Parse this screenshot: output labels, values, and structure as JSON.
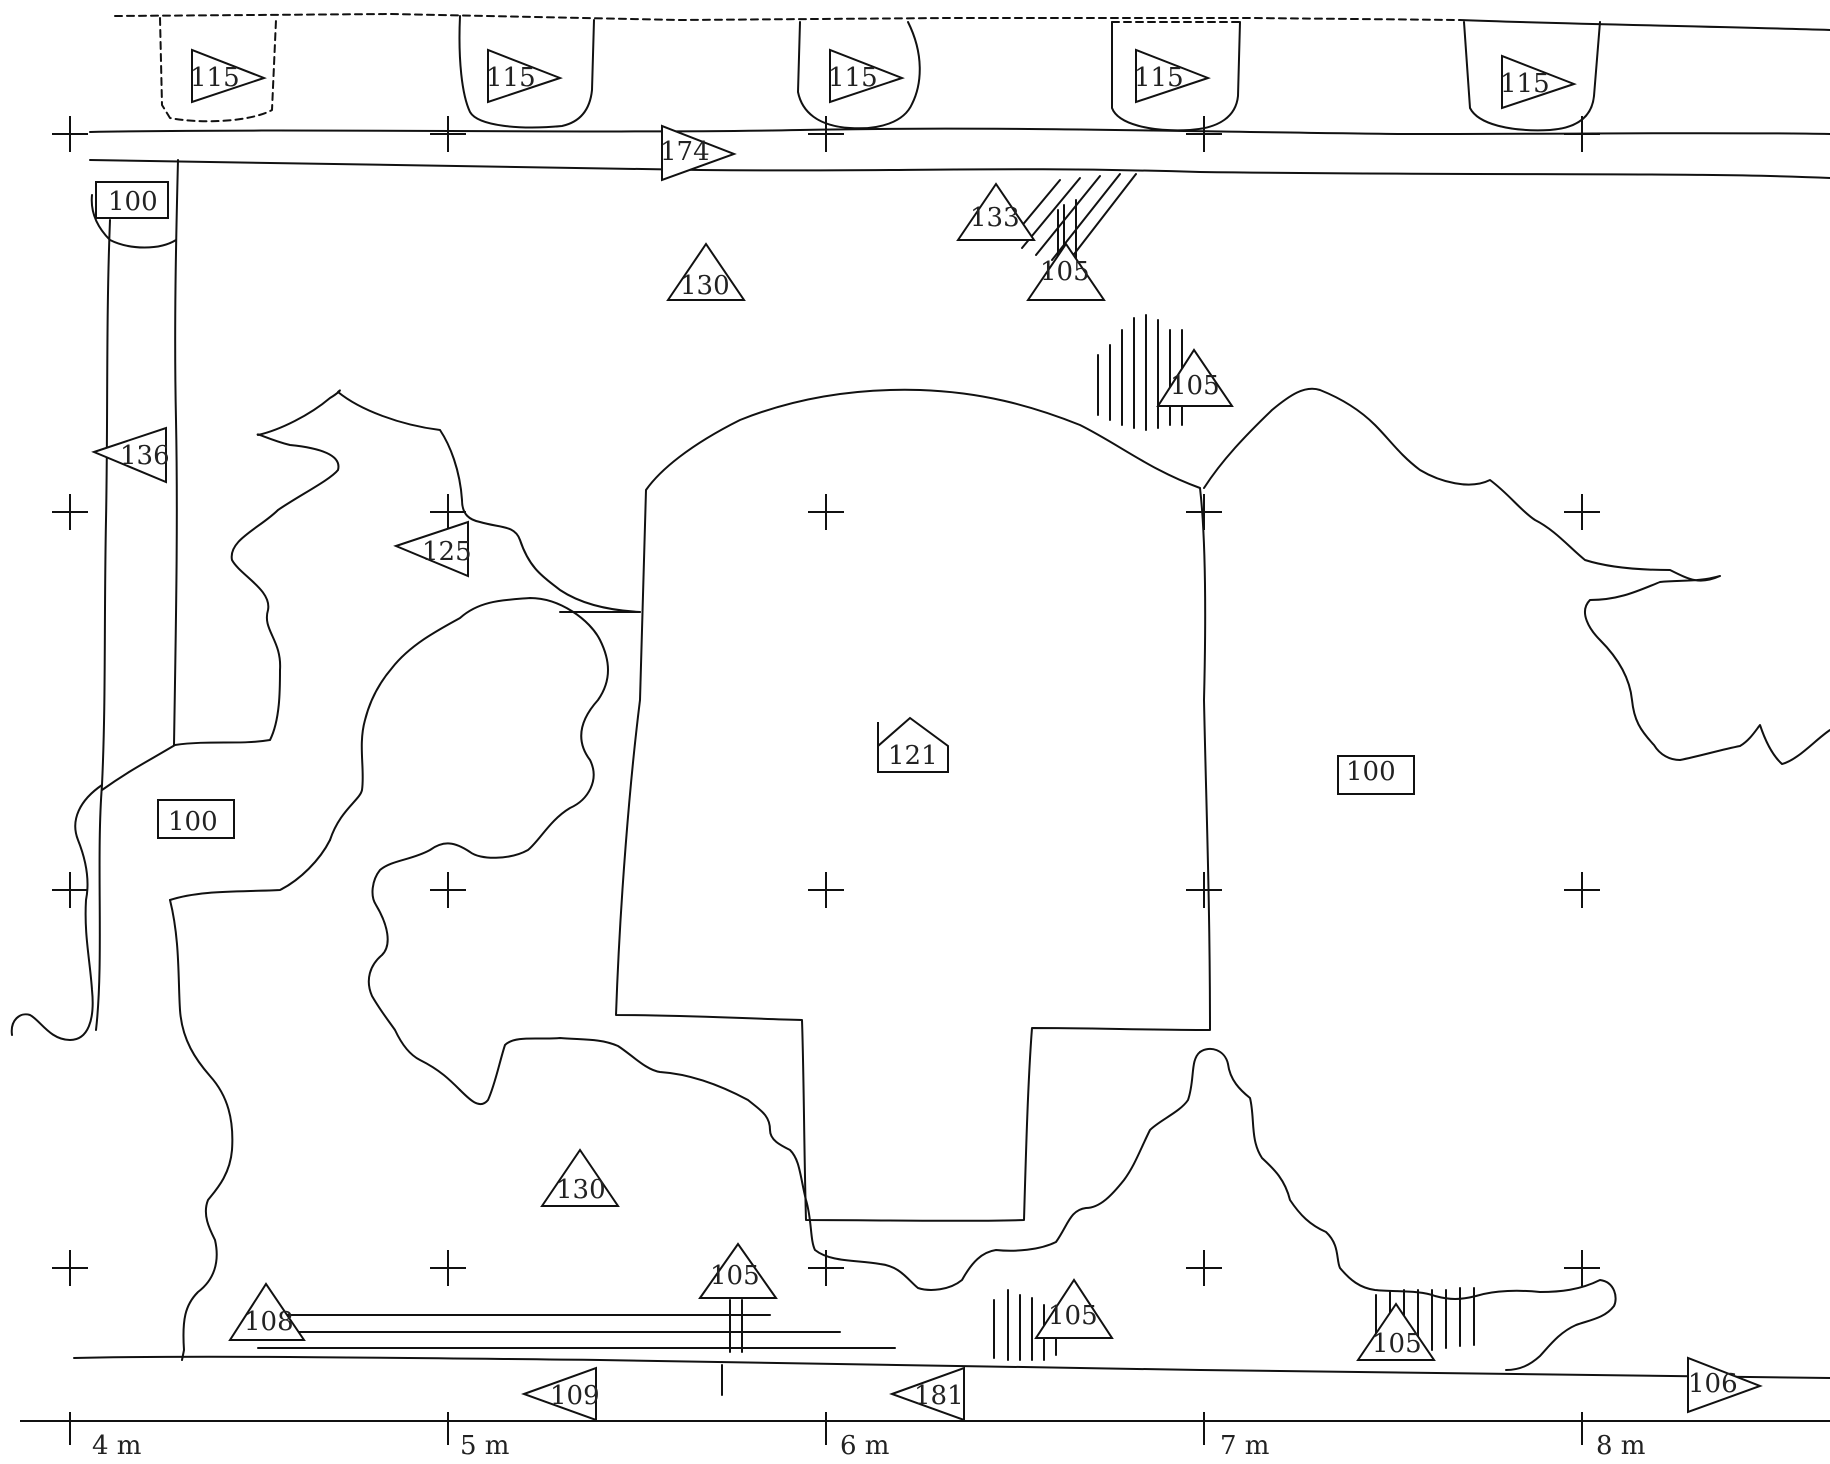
{
  "scale": {
    "labels": [
      "4 m",
      "5 m",
      "6 m",
      "7 m",
      "8 m"
    ]
  },
  "markers": [
    {
      "id": "m115a",
      "label": "115",
      "shape": "triangle-right"
    },
    {
      "id": "m115b",
      "label": "115",
      "shape": "triangle-right"
    },
    {
      "id": "m115c",
      "label": "115",
      "shape": "triangle-right"
    },
    {
      "id": "m115d",
      "label": "115",
      "shape": "triangle-right"
    },
    {
      "id": "m115e",
      "label": "115",
      "shape": "triangle-right"
    },
    {
      "id": "m174",
      "label": "174",
      "shape": "triangle-right"
    },
    {
      "id": "m100a",
      "label": "100",
      "shape": "rectangle"
    },
    {
      "id": "m133",
      "label": "133",
      "shape": "triangle-up"
    },
    {
      "id": "m105a",
      "label": "105",
      "shape": "triangle-up"
    },
    {
      "id": "m130a",
      "label": "130",
      "shape": "triangle-up"
    },
    {
      "id": "m105b",
      "label": "105",
      "shape": "triangle-up"
    },
    {
      "id": "m136",
      "label": "136",
      "shape": "triangle-left"
    },
    {
      "id": "m125",
      "label": "125",
      "shape": "triangle-left"
    },
    {
      "id": "m121",
      "label": "121",
      "shape": "pentagon"
    },
    {
      "id": "m100b",
      "label": "100",
      "shape": "rectangle"
    },
    {
      "id": "m100c",
      "label": "100",
      "shape": "rectangle"
    },
    {
      "id": "m130b",
      "label": "130",
      "shape": "triangle-up"
    },
    {
      "id": "m108",
      "label": "108",
      "shape": "triangle-up"
    },
    {
      "id": "m105c",
      "label": "105",
      "shape": "triangle-up"
    },
    {
      "id": "m105d",
      "label": "105",
      "shape": "triangle-up"
    },
    {
      "id": "m105e",
      "label": "105",
      "shape": "triangle-up"
    },
    {
      "id": "m109",
      "label": "109",
      "shape": "triangle-left"
    },
    {
      "id": "m181",
      "label": "181",
      "shape": "triangle-left"
    },
    {
      "id": "m106",
      "label": "106",
      "shape": "triangle-right"
    }
  ],
  "colors": {
    "ink": "#111111",
    "background": "#ffffff"
  }
}
